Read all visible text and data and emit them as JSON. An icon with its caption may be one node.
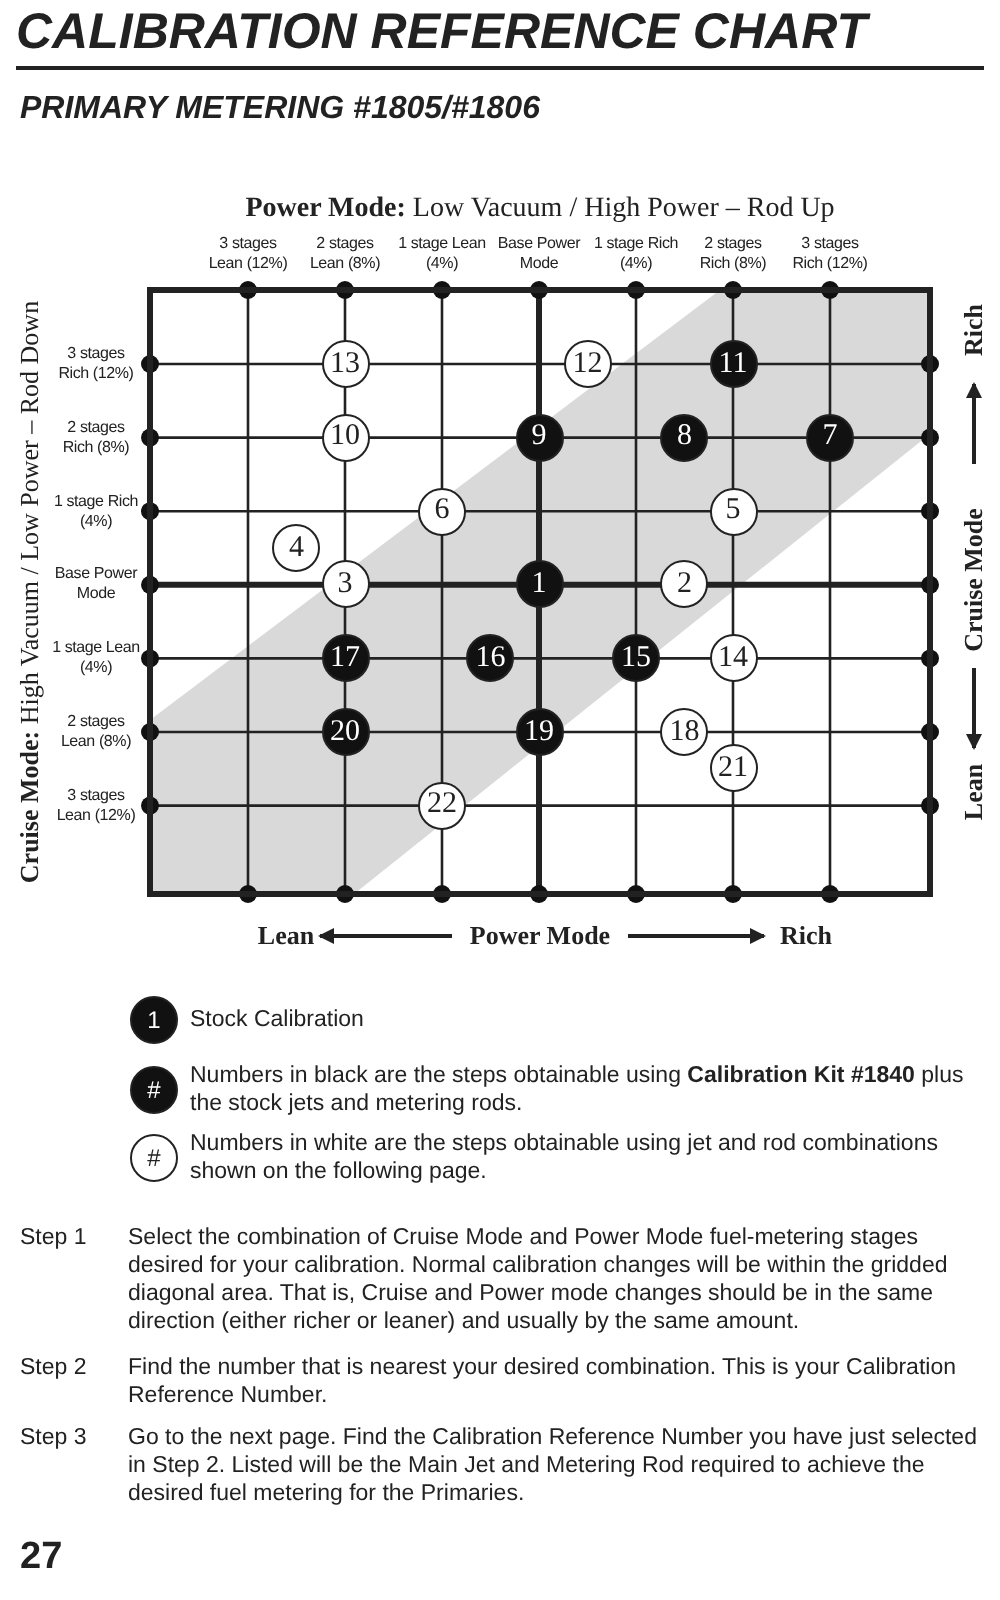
{
  "diagram": {
    "title": "CALIBRATION REFERENCE CHART",
    "nodes": [
      {
        "text": [
          "13"
        ]
      },
      {
        "text": [
          "12"
        ]
      },
      {
        "text": [
          "11"
        ]
      },
      {
        "text": [
          "10"
        ]
      },
      {
        "text": [
          "9"
        ]
      },
      {
        "text": [
          "8"
        ]
      },
      {
        "text": [
          "7"
        ]
      },
      {
        "text": [
          "6"
        ]
      },
      {
        "text": [
          "5"
        ]
      },
      {
        "text": [
          "4"
        ]
      },
      {
        "text": [
          "3"
        ]
      },
      {
        "text": [
          "1"
        ]
      },
      {
        "text": [
          "2"
        ]
      },
      {
        "text": [
          "17"
        ]
      },
      {
        "text": [
          "16"
        ]
      },
      {
        "text": [
          "15"
        ]
      },
      {
        "text": [
          "14"
        ]
      },
      {
        "text": [
          "20"
        ]
      },
      {
        "text": [
          "19"
        ]
      },
      {
        "text": [
          "18"
        ]
      },
      {
        "text": [
          "21"
        ]
      },
      {
        "text": [
          "22"
        ]
      },
      {
        "text": [
          "1"
        ],
        "beside": [
          "Stock Calibration"
        ]
      },
      {
        "text": [
          "#"
        ],
        "beside": [
          "Numbers in black are the steps obtainable using **Calibration Kit #1840** plus the stock jets and metering rods."
        ]
      },
      {
        "text": [
          "#"
        ],
        "beside": [
          "Numbers in white are the steps obtainable using jet and rod combinations shown on the following page."
        ]
      }
    ],
    "labels": [
      "PRIMARY METERING #1805/#1806",
      "**Power Mode:** Low Vacuum / High Power – Rod Up",
      "3 stages Lean (12%)",
      "2 stages Lean (8%)",
      "1 stage Lean (4%)",
      "Base Power Mode",
      "1 stage Rich (4%)",
      "2 stages Rich (8%)",
      "3 stages Rich (12%)",
      "**Cruise Mode:** High Vacuum / Low Power – Rod Down",
      "3 stages Rich (12%)",
      "2 stages Rich (8%)",
      "1 stage Rich (4%)",
      "Base Power Mode",
      "1 stage Lean (4%)",
      "2 stages Lean (8%)",
      "3 stages Lean (12%)",
      "Rich",
      "Cruise Mode",
      "Lean",
      "Lean",
      "Power Mode",
      "Rich",
      "Step 1",
      "Select the combination of Cruise Mode and Power Mode fuel-metering stages desired for your calibration. Normal calibration changes will be within the gridded diagonal area. That is, Cruise and Power mode changes should be in the same direction (either richer or leaner) and usually by the same amount.",
      "Step 2",
      "Find the number that is nearest your desired combination. This is your Calibration Reference Number.",
      "Step 3",
      "Go to the next page. Find the Calibration Reference Number you have just selected in Step 2. Listed will be the Main Jet and Metering Rod required to achieve the desired fuel metering for the Primaries.",
      "27"
    ]
  }
}
